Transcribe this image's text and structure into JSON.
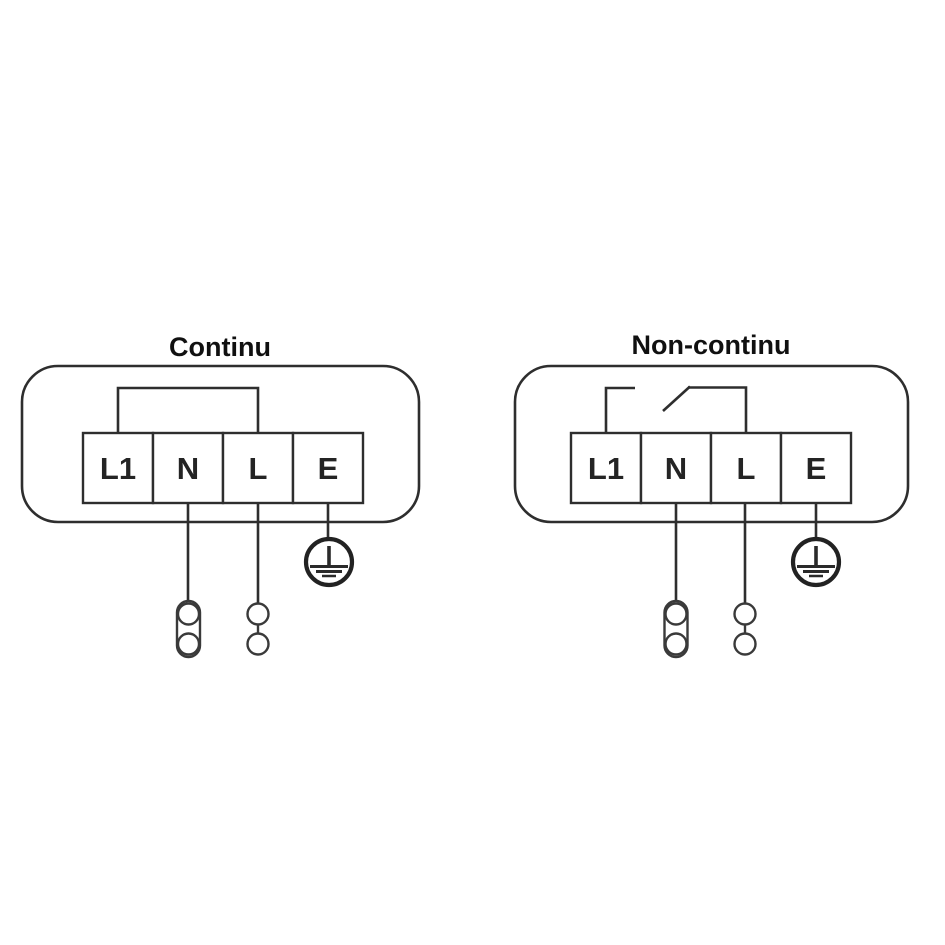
{
  "figure": {
    "description": "Two electrical wiring diagrams for supply connection",
    "background_color": "#ffffff",
    "line_color": "#2e2e2e",
    "text_color": "#101010"
  },
  "diagrams": [
    {
      "id": "continu",
      "title": "Continu",
      "bridge_style": "solid-link",
      "terminals": [
        "L1",
        "N",
        "L",
        "E"
      ]
    },
    {
      "id": "non-continu",
      "title": "Non-continu",
      "bridge_style": "switch-link",
      "terminals": [
        "L1",
        "N",
        "L",
        "E"
      ]
    }
  ]
}
